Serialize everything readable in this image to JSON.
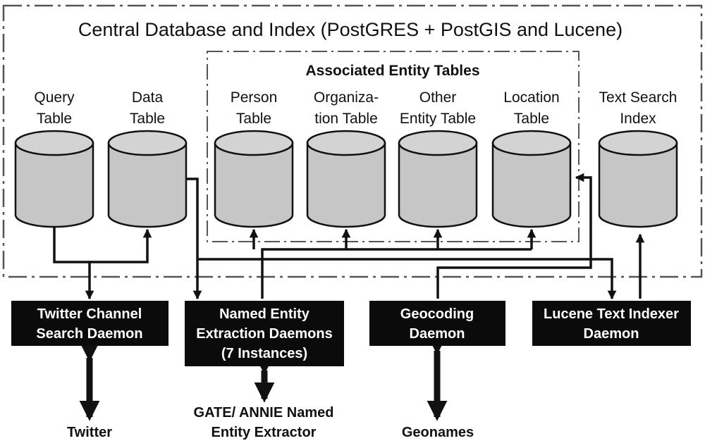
{
  "outer_title": "Central Database and Index (PostGRES + PostGIS and Lucene)",
  "inner_title": "Associated Entity Tables",
  "tables": [
    {
      "id": "query",
      "lines": [
        "Query",
        "Table"
      ]
    },
    {
      "id": "data",
      "lines": [
        "Data",
        "Table"
      ]
    },
    {
      "id": "person",
      "lines": [
        "Person",
        "Table"
      ]
    },
    {
      "id": "organization",
      "lines": [
        "Organiza-",
        "tion Table"
      ]
    },
    {
      "id": "other",
      "lines": [
        "Other",
        "Entity Table"
      ]
    },
    {
      "id": "location",
      "lines": [
        "Location",
        "Table"
      ]
    },
    {
      "id": "text-search",
      "lines": [
        "Text Search",
        "Index"
      ]
    }
  ],
  "daemons": [
    {
      "id": "twitter-channel-search-daemon",
      "lines": [
        "Twitter Channel",
        "Search Daemon"
      ]
    },
    {
      "id": "named-entity-extraction-daemons",
      "lines": [
        "Named Entity",
        "Extraction Daemons",
        "(7 Instances)"
      ]
    },
    {
      "id": "geocoding-daemon",
      "lines": [
        "Geocoding",
        "Daemon"
      ]
    },
    {
      "id": "lucene-text-indexer-daemon",
      "lines": [
        "Lucene Text Indexer",
        "Daemon"
      ]
    }
  ],
  "externals": [
    {
      "id": "twitter",
      "lines": [
        "Twitter"
      ]
    },
    {
      "id": "gate-annie",
      "lines": [
        "GATE/ ANNIE Named",
        "Entity Extractor"
      ]
    },
    {
      "id": "geonames",
      "lines": [
        "Geonames"
      ]
    }
  ]
}
